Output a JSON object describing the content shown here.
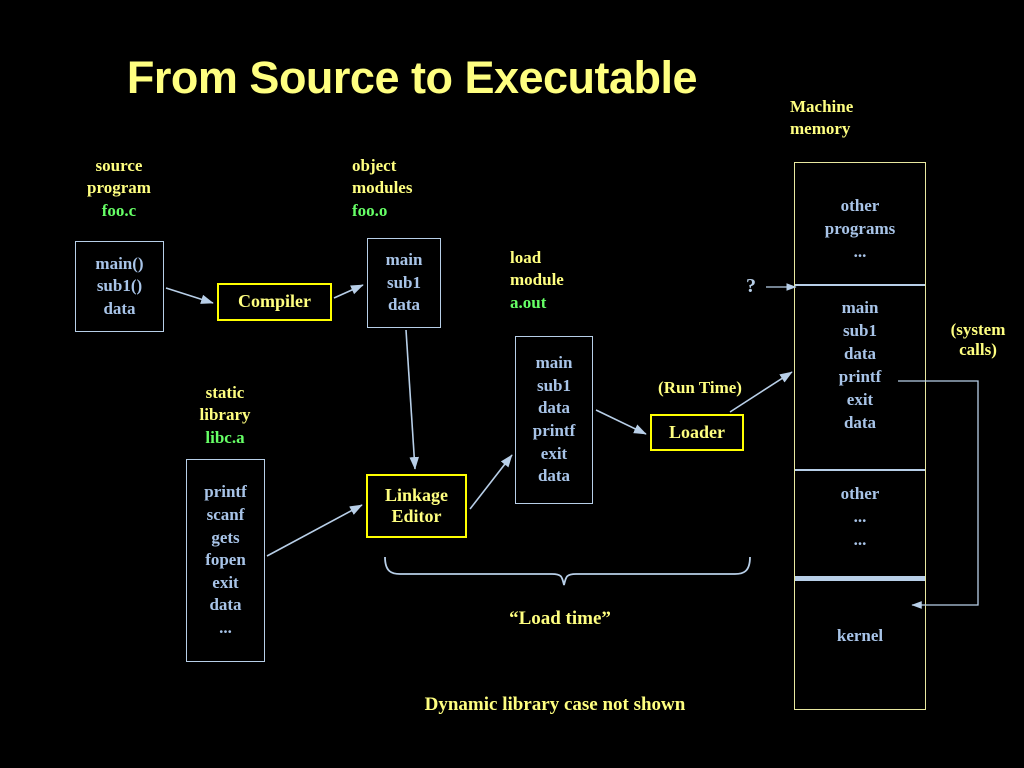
{
  "slide": {
    "title": "From Source to Executable",
    "background_color": "#000000",
    "accent_yellow": "#ffff80",
    "accent_green": "#66ff66",
    "accent_blue": "#a8c4e8"
  },
  "source": {
    "caption_line1": "source",
    "caption_line2": "program",
    "filename": "foo.c",
    "box": [
      "main()",
      "sub1()",
      "data"
    ]
  },
  "compiler": {
    "label": "Compiler"
  },
  "object": {
    "caption_line1": "object",
    "caption_line2": "modules",
    "filename": "foo.o",
    "box": [
      "main",
      "sub1",
      "data"
    ]
  },
  "library": {
    "caption_line1": "static",
    "caption_line2": "library",
    "filename": "libc.a",
    "box": [
      "printf",
      "scanf",
      "gets",
      "fopen",
      "exit",
      "data",
      "..."
    ]
  },
  "linkage_editor": {
    "label_line1": "Linkage",
    "label_line2": "Editor"
  },
  "load_module": {
    "caption_line1": "load",
    "caption_line2": "module",
    "filename": "a.out",
    "box": [
      "main",
      "sub1",
      "data",
      "printf",
      "exit",
      "data"
    ]
  },
  "loader": {
    "run_time_label": "(Run Time)",
    "label": "Loader"
  },
  "memory": {
    "caption_line1": "Machine",
    "caption_line2": "memory",
    "question_mark": "?",
    "system_calls_line1": "(system",
    "system_calls_line2": "calls)",
    "segments": [
      {
        "name": "other-programs",
        "lines": [
          "other",
          "programs",
          "..."
        ]
      },
      {
        "name": "loaded-program",
        "lines": [
          "main",
          "sub1",
          "data",
          "printf",
          "exit",
          "data"
        ]
      },
      {
        "name": "other-segment",
        "lines": [
          "other",
          "...",
          "..."
        ]
      },
      {
        "name": "kernel",
        "lines": [
          "kernel"
        ]
      }
    ]
  },
  "footer": {
    "load_time_label": "“Load time”",
    "dynamic_note": "Dynamic library case not shown"
  }
}
